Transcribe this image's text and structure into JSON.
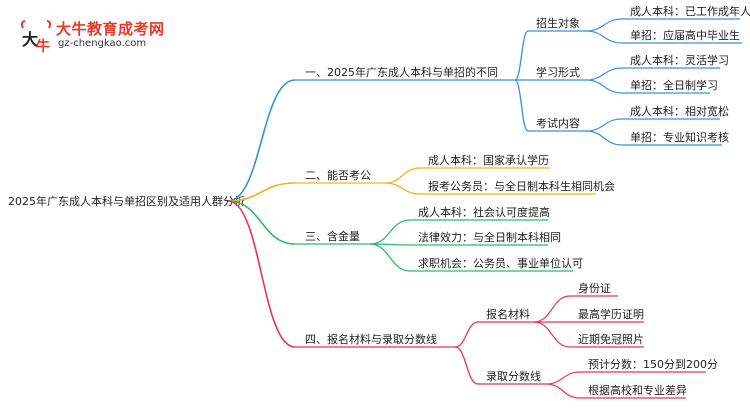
{
  "brand": {
    "name": "大牛教育成考网",
    "url": "gz-chengkao.com",
    "logo_glyph": "大牛"
  },
  "mindmap": {
    "root": "2025年广东成人本科与单招区别及适用人群分析",
    "branches": [
      {
        "label": "一、2025年广东成人本科与单招的不同",
        "color": "#3b8fe0",
        "children": [
          {
            "label": "招生对象",
            "children": [
              "成人本科：已工作成年人",
              "单招：应届高中毕业生"
            ]
          },
          {
            "label": "学习形式",
            "children": [
              "成人本科：灵活学习",
              "单招：全日制学习"
            ]
          },
          {
            "label": "考试内容",
            "children": [
              "成人本科：相对宽松",
              "单招：专业知识考核"
            ]
          }
        ]
      },
      {
        "label": "二、能否考公",
        "color": "#f2b01e",
        "children": [
          {
            "label": "成人本科：国家承认学历"
          },
          {
            "label": "报考公务员：与全日制本科生相同机会"
          }
        ]
      },
      {
        "label": "三、含金量",
        "color": "#2dbb6a",
        "children": [
          {
            "label": "成人本科：社会认可度提高"
          },
          {
            "label": "法律效力：与全日制本科相同"
          },
          {
            "label": "求职机会：公务员、事业单位认可"
          }
        ]
      },
      {
        "label": "四、报名材料与录取分数线",
        "color": "#e8345a",
        "children": [
          {
            "label": "报名材料",
            "children": [
              "身份证",
              "最高学历证明",
              "近期免冠照片"
            ]
          },
          {
            "label": "录取分数线",
            "children": [
              "预计分数：150分到200分",
              "根据高校和专业差异"
            ]
          }
        ]
      }
    ]
  }
}
